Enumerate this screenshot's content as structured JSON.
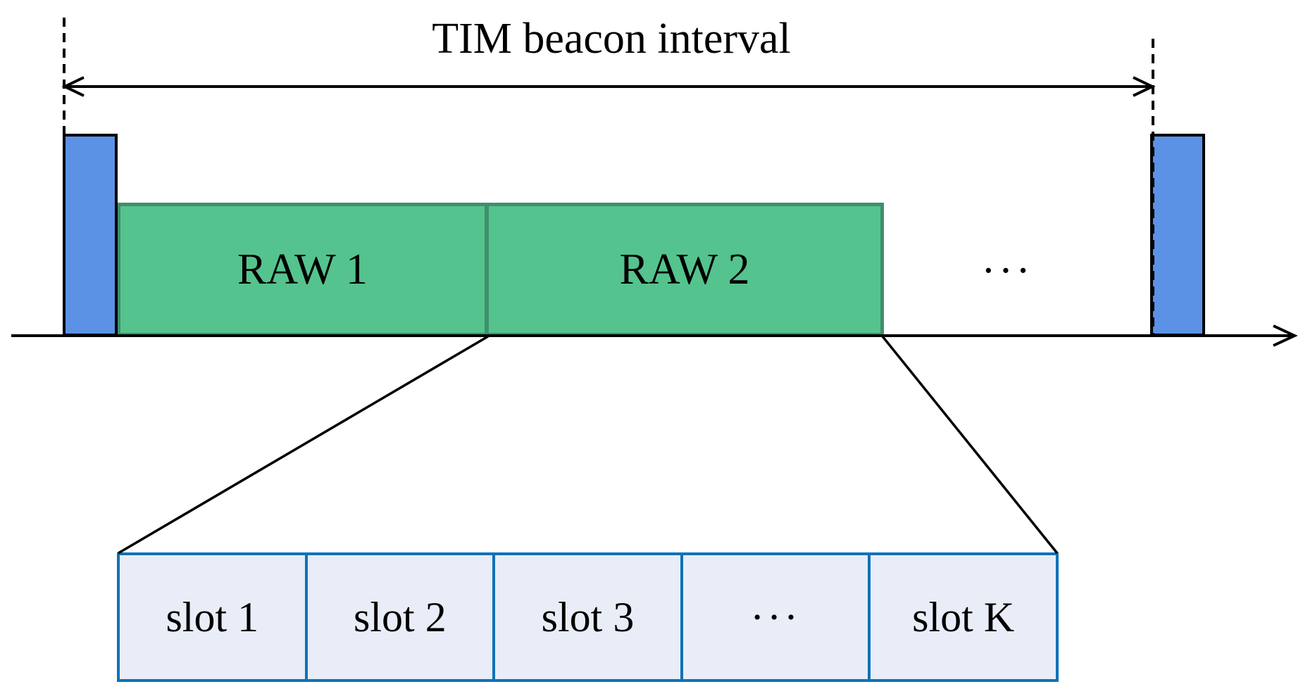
{
  "title": "TIM beacon interval",
  "raw_windows": {
    "raw1_label": "RAW 1",
    "raw2_label": "RAW 2",
    "ellipsis": "···"
  },
  "slots": {
    "cells": [
      "slot 1",
      "slot 2",
      "slot 3",
      "···",
      "slot K"
    ]
  },
  "colors": {
    "beacon_fill": "#5B92E5",
    "beacon_border": "#000000",
    "raw_fill": "#55C38E",
    "raw_border": "#3F8F6C",
    "slot_fill": "#E9EDF7",
    "slot_border": "#0F72B8",
    "line_color": "#000000",
    "text_color": "#000000"
  }
}
